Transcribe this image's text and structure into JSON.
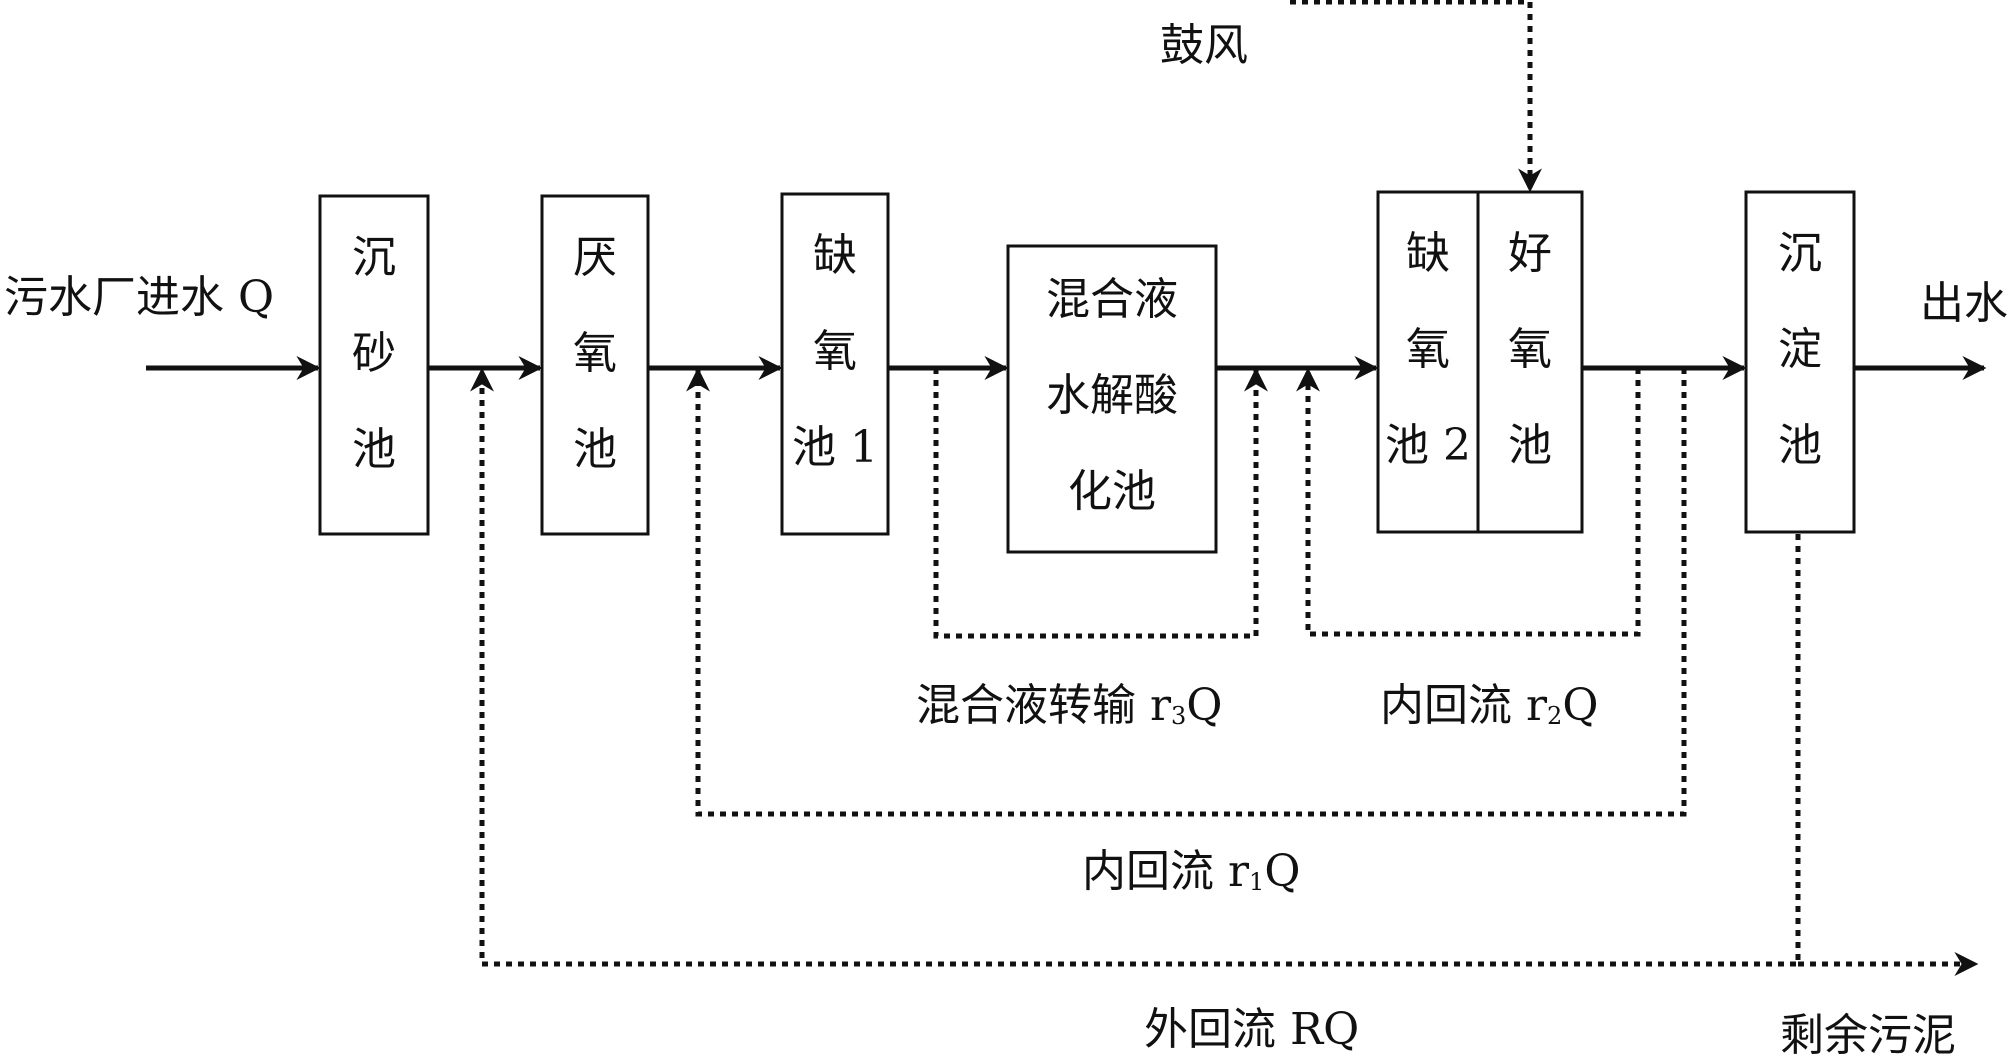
{
  "labels": {
    "inlet": "污水厂进水 Q",
    "blower": "鼓风",
    "outlet": "出水",
    "r3_prefix": "混合液转输 r",
    "r3_sub": "3",
    "r3_suffix": "Q",
    "r2_prefix": "内回流 r",
    "r2_sub": "2",
    "r2_suffix": "Q",
    "r1_prefix": "内回流 r",
    "r1_sub": "1",
    "r1_suffix": "Q",
    "external_return": "外回流 RQ",
    "excess_sludge": "剩余污泥"
  },
  "boxes": {
    "grit": "沉\n砂\n池",
    "anaerobic": "厌\n氧\n池",
    "anoxic1": "缺\n氧\n池 1",
    "hydrolysis": "混合液\n水解酸\n化池",
    "anoxic2": "缺\n氧\n池 2",
    "aerobic": "好\n氧\n池",
    "clarifier": "沉\n淀\n池"
  },
  "colors": {
    "line": "#111111"
  }
}
